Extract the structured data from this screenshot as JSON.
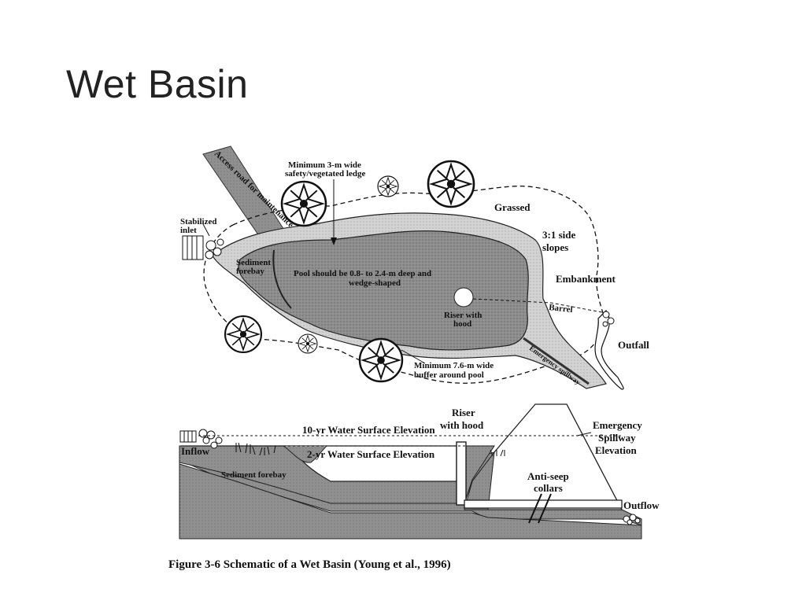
{
  "slide": {
    "title": "Wet Basin"
  },
  "plan_view": {
    "labels": {
      "access_road": "Access road for maintenance",
      "min_ledge_line1": "Minimum 3-m wide",
      "min_ledge_line2": "safety/vegetated ledge",
      "grassed": "Grassed",
      "stabilized_inlet_line1": "Stabilized",
      "stabilized_inlet_line2": "inlet",
      "side_slopes_line1": "3:1 side",
      "side_slopes_line2": "slopes",
      "sediment_forebay_line1": "Sediment",
      "sediment_forebay_line2": "forebay",
      "pool_line1": "Pool should be 0.8- to 2.4-m deep and",
      "pool_line2": "wedge-shaped",
      "embankment": "Embankment",
      "barrel": "Barrel",
      "riser_line1": "Riser with",
      "riser_line2": "hood",
      "outfall": "Outfall",
      "emergency_spillway": "Emergency spillway",
      "buffer_line1": "Minimum 7.6-m wide",
      "buffer_line2": "buffer around pool"
    }
  },
  "profile_view": {
    "labels": {
      "riser_line1": "Riser",
      "riser_line2": "with hood",
      "ten_yr": "10-yr Water Surface Elevation",
      "two_yr": "2-yr Water Surface Elevation",
      "inflow": "Inflow",
      "sediment_forebay": "Sediment forebay",
      "emergency_line1": "Emergency",
      "emergency_line2": "Spillway",
      "emergency_line3": "Elevation",
      "anti_seep_line1": "Anti-seep",
      "anti_seep_line2": "collars",
      "outflow": "Outflow"
    }
  },
  "caption": "Figure 3-6 Schematic of a Wet Basin (Young et al., 1996)",
  "colors": {
    "pool": "#8a8a8a",
    "ledge": "#c8c8c8",
    "ground": "#8f8f8f",
    "ink": "#111111"
  }
}
